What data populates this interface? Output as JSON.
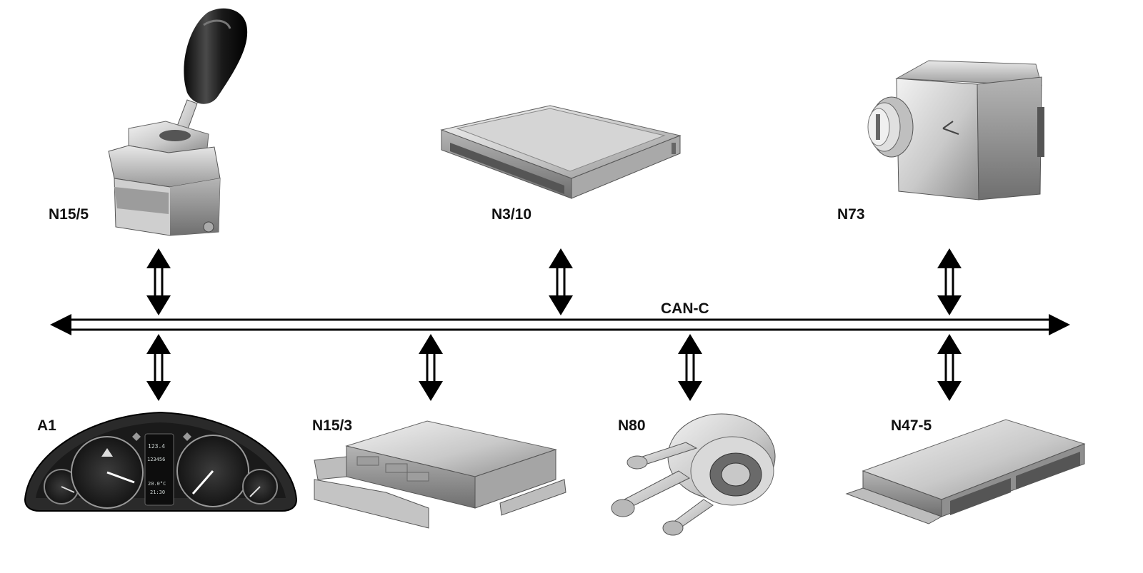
{
  "bus": {
    "label": "CAN-C"
  },
  "modules": [
    {
      "id": "N15/5",
      "label": "N15/5",
      "kind": "gear-selector"
    },
    {
      "id": "N3/10",
      "label": "N3/10",
      "kind": "control-unit-flat"
    },
    {
      "id": "N73",
      "label": "N73",
      "kind": "ignition-switch"
    },
    {
      "id": "A1",
      "label": "A1",
      "kind": "instrument-cluster"
    },
    {
      "id": "N15/3",
      "label": "N15/3",
      "kind": "control-unit-box"
    },
    {
      "id": "N80",
      "label": "N80",
      "kind": "steering-column-module"
    },
    {
      "id": "N47-5",
      "label": "N47-5",
      "kind": "control-unit-slim"
    }
  ],
  "cluster_display": {
    "left_readout": "123.4",
    "odometer": "123456",
    "temp": "20.0°C",
    "time": "21:30"
  },
  "colors": {
    "ink": "#111111",
    "metal_light": "#d8d8d8",
    "metal_dark": "#8a8a8a"
  }
}
